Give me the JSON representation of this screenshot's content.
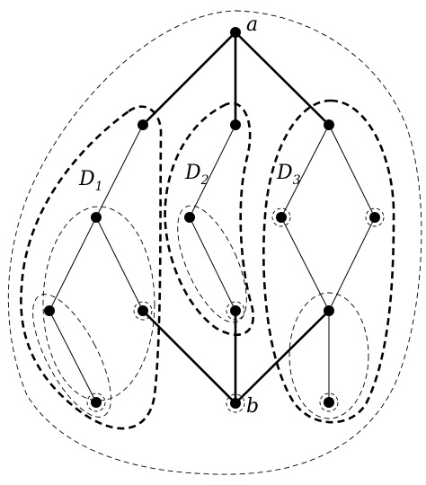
{
  "diagram": {
    "vertex_labels": {
      "top": "a",
      "bottom": "b"
    },
    "region_labels": [
      {
        "main": "D",
        "sub": "1"
      },
      {
        "main": "D",
        "sub": "2"
      },
      {
        "main": "D",
        "sub": "3"
      }
    ],
    "colors": {
      "ink": "#000000",
      "background": "#ffffff"
    }
  }
}
